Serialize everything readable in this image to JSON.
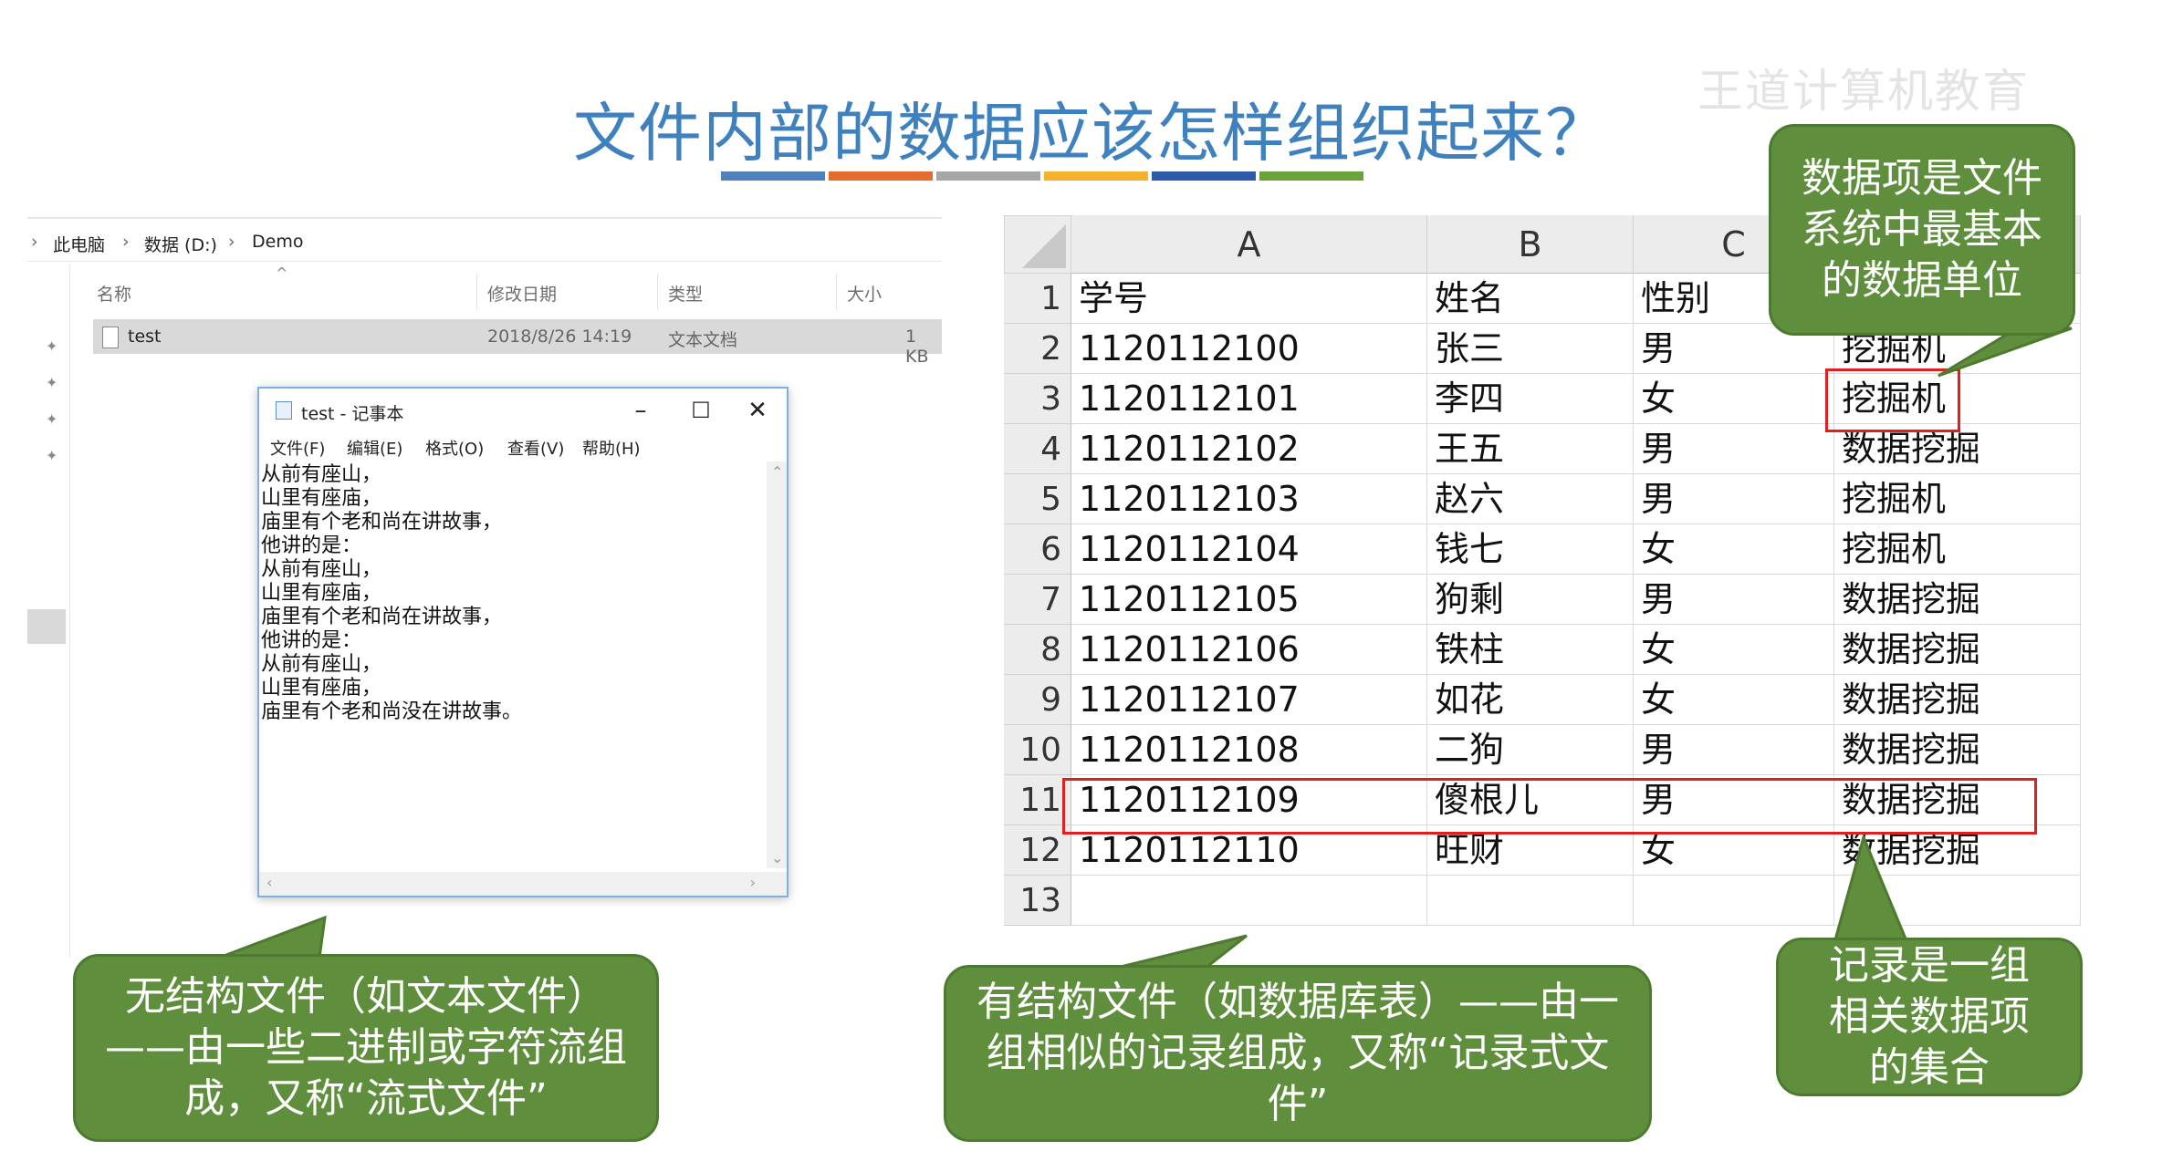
{
  "title": "文件内部的数据应该怎样组织起来？",
  "watermark": "王道计算机教育",
  "title_bar_colors": [
    "#4f81bd",
    "#e46c2e",
    "#a6a6a6",
    "#f6b12d",
    "#2e5aa8",
    "#6aa33c"
  ],
  "explorer": {
    "breadcrumb": [
      "此电脑",
      "数据 (D:)",
      "Demo"
    ],
    "columns": [
      "名称",
      "修改日期",
      "类型",
      "大小"
    ],
    "file": {
      "name": "test",
      "modified": "2018/8/26 14:19",
      "type": "文本文档",
      "size": "1 KB"
    }
  },
  "notepad": {
    "title": "test - 记事本",
    "menu": [
      "文件(F)",
      "编辑(E)",
      "格式(O)",
      "查看(V)",
      "帮助(H)"
    ],
    "text": "从前有座山，\n山里有座庙，\n庙里有个老和尚在讲故事，\n他讲的是：\n从前有座山，\n山里有座庙，\n庙里有个老和尚在讲故事，\n他讲的是：\n从前有座山，\n山里有座庙，\n庙里有个老和尚没在讲故事。"
  },
  "sheet": {
    "columns": [
      "A",
      "B",
      "C"
    ],
    "row_numbers": [
      "1",
      "2",
      "3",
      "4",
      "5",
      "6",
      "7",
      "8",
      "9",
      "10",
      "11",
      "12",
      "13"
    ],
    "rows": [
      [
        "学号",
        "姓名",
        "性别",
        ""
      ],
      [
        "1120112100",
        "张三",
        "男",
        "挖掘机"
      ],
      [
        "1120112101",
        "李四",
        "女",
        "挖掘机"
      ],
      [
        "1120112102",
        "王五",
        "男",
        "数据挖掘"
      ],
      [
        "1120112103",
        "赵六",
        "男",
        "挖掘机"
      ],
      [
        "1120112104",
        "钱七",
        "女",
        "挖掘机"
      ],
      [
        "1120112105",
        "狗剩",
        "男",
        "数据挖掘"
      ],
      [
        "1120112106",
        "铁柱",
        "女",
        "数据挖掘"
      ],
      [
        "1120112107",
        "如花",
        "女",
        "数据挖掘"
      ],
      [
        "1120112108",
        "二狗",
        "男",
        "数据挖掘"
      ],
      [
        "1120112109",
        "傻根儿",
        "男",
        "数据挖掘"
      ],
      [
        "1120112110",
        "旺财",
        "女",
        "数据挖掘"
      ],
      [
        "",
        "",
        "",
        ""
      ]
    ]
  },
  "callouts": {
    "data_item": "数据项是文件系统中最基本的数据单位",
    "unstructured": "无结构文件（如文本文件）——由一些二进制或字符流组成，又称“流式文件”",
    "structured": "有结构文件（如数据库表）——由一组相似的记录组成，又称“记录式文件”",
    "record": "记录是一组相关数据项的集合"
  },
  "colors": {
    "callout_green": "#5f8e3d",
    "title_blue": "#3f80bf",
    "highlight_red": "#e02020"
  }
}
